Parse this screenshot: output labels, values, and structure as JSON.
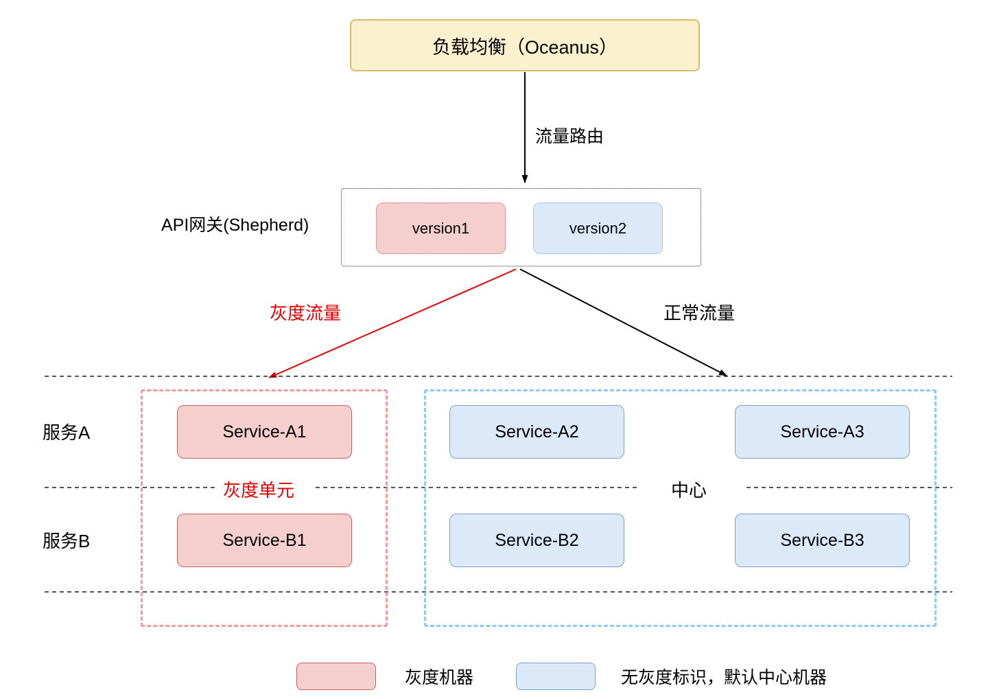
{
  "diagram": {
    "load_balancer": {
      "label": "负载均衡（Oceanus）"
    },
    "traffic_route_label": "流量路由",
    "gateway": {
      "label": "API网关(Shepherd)",
      "version1": "version1",
      "version2": "version2"
    },
    "gray_traffic_label": "灰度流量",
    "normal_traffic_label": "正常流量",
    "row_a_label": "服务A",
    "row_b_label": "服务B",
    "gray_unit": {
      "label": "灰度单元",
      "service_a1": "Service-A1",
      "service_b1": "Service-B1"
    },
    "center": {
      "label": "中心",
      "service_a2": "Service-A2",
      "service_a3": "Service-A3",
      "service_b2": "Service-B2",
      "service_b3": "Service-B3"
    },
    "legend": {
      "gray_label": "灰度机器",
      "center_label": "无灰度标识，默认中心机器"
    },
    "colors": {
      "yellow_fill": "#FBF1CF",
      "yellow_border": "#D8BC6E",
      "pink_fill": "#F5CFCE",
      "pink_border": "#C26460",
      "blue_fill": "#DCE9F9",
      "blue_border": "#7C9FCC",
      "gray_unit_border": "#F19C99",
      "center_border": "#8FC9F5",
      "red_accent": "#E60000"
    }
  }
}
